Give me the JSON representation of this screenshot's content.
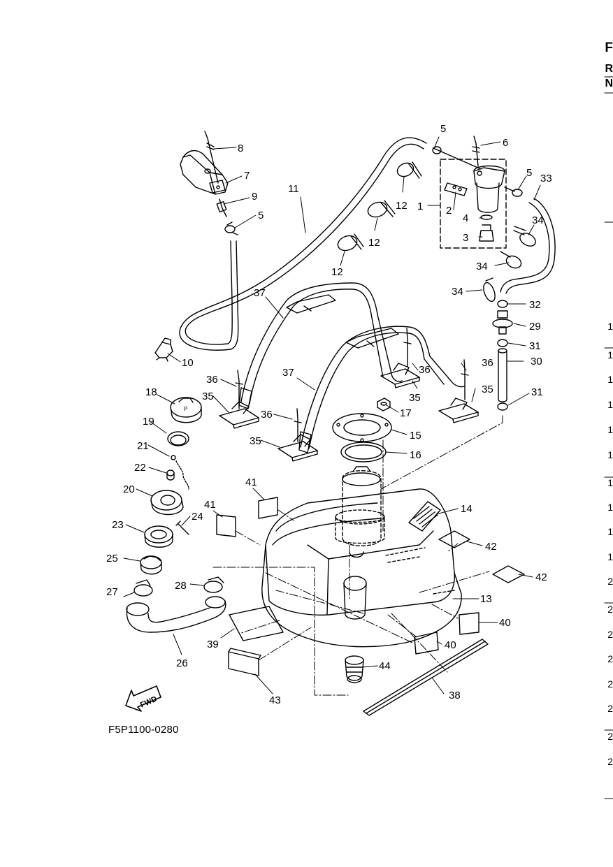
{
  "figure_code": "F5P1100-0280",
  "fwd_label": "FWD",
  "edge_text": {
    "letters": [
      "F",
      "R",
      "N"
    ],
    "numbers": [
      "1",
      "1",
      "1",
      "1",
      "1",
      "1",
      "1",
      "1",
      "1",
      "1",
      "2",
      "2",
      "2",
      "2",
      "2",
      "2",
      "2",
      "2"
    ]
  },
  "callouts": [
    {
      "id": "c1",
      "text": "1"
    },
    {
      "id": "c2",
      "text": "2"
    },
    {
      "id": "c3",
      "text": "3"
    },
    {
      "id": "c4",
      "text": "4"
    },
    {
      "id": "c5a",
      "text": "5"
    },
    {
      "id": "c5b",
      "text": "5"
    },
    {
      "id": "c5c",
      "text": "5"
    },
    {
      "id": "c6",
      "text": "6"
    },
    {
      "id": "c7",
      "text": "7"
    },
    {
      "id": "c8",
      "text": "8"
    },
    {
      "id": "c9",
      "text": "9"
    },
    {
      "id": "c10",
      "text": "10"
    },
    {
      "id": "c11",
      "text": "11"
    },
    {
      "id": "c12a",
      "text": "12"
    },
    {
      "id": "c12b",
      "text": "12"
    },
    {
      "id": "c12c",
      "text": "12"
    },
    {
      "id": "c13",
      "text": "13"
    },
    {
      "id": "c14",
      "text": "14"
    },
    {
      "id": "c15",
      "text": "15"
    },
    {
      "id": "c16",
      "text": "16"
    },
    {
      "id": "c17",
      "text": "17"
    },
    {
      "id": "c18",
      "text": "18"
    },
    {
      "id": "c19",
      "text": "19"
    },
    {
      "id": "c20",
      "text": "20"
    },
    {
      "id": "c21",
      "text": "21"
    },
    {
      "id": "c22",
      "text": "22"
    },
    {
      "id": "c23",
      "text": "23"
    },
    {
      "id": "c24",
      "text": "24"
    },
    {
      "id": "c25",
      "text": "25"
    },
    {
      "id": "c26",
      "text": "26"
    },
    {
      "id": "c27",
      "text": "27"
    },
    {
      "id": "c28",
      "text": "28"
    },
    {
      "id": "c29",
      "text": "29"
    },
    {
      "id": "c30",
      "text": "30"
    },
    {
      "id": "c31a",
      "text": "31"
    },
    {
      "id": "c31b",
      "text": "31"
    },
    {
      "id": "c32",
      "text": "32"
    },
    {
      "id": "c33",
      "text": "33"
    },
    {
      "id": "c34a",
      "text": "34"
    },
    {
      "id": "c34b",
      "text": "34"
    },
    {
      "id": "c34c",
      "text": "34"
    },
    {
      "id": "c35a",
      "text": "35"
    },
    {
      "id": "c35b",
      "text": "35"
    },
    {
      "id": "c35c",
      "text": "35"
    },
    {
      "id": "c35d",
      "text": "35"
    },
    {
      "id": "c36a",
      "text": "36"
    },
    {
      "id": "c36b",
      "text": "36"
    },
    {
      "id": "c36c",
      "text": "36"
    },
    {
      "id": "c36d",
      "text": "36"
    },
    {
      "id": "c37a",
      "text": "37"
    },
    {
      "id": "c37b",
      "text": "37"
    },
    {
      "id": "c38",
      "text": "38"
    },
    {
      "id": "c39",
      "text": "39"
    },
    {
      "id": "c40a",
      "text": "40"
    },
    {
      "id": "c40b",
      "text": "40"
    },
    {
      "id": "c41a",
      "text": "41"
    },
    {
      "id": "c41b",
      "text": "41"
    },
    {
      "id": "c42a",
      "text": "42"
    },
    {
      "id": "c42b",
      "text": "42"
    },
    {
      "id": "c43",
      "text": "43"
    },
    {
      "id": "c44",
      "text": "44"
    }
  ]
}
